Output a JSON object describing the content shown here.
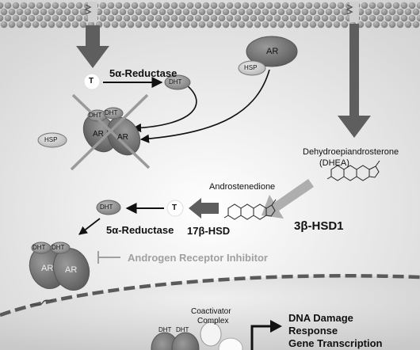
{
  "labels": {
    "enzyme_top": "5α-Reductase",
    "enzyme_mid": "5α-Reductase",
    "t_top": "T",
    "t_mid": "T",
    "hsd17": "17β-HSD",
    "hsd3": "3β-HSD1",
    "dhea": "Dehydroepiandrosterone",
    "dhea_abbr": "(DHEA)",
    "androstenedione": "Androstenedione",
    "inhibitor": "Androgen Receptor Inhibitor",
    "coactivator_1": "Coactivator",
    "coactivator_2": "Complex",
    "response_1": "DNA Damage",
    "response_2": "Response",
    "response_3": "Gene Transcription"
  },
  "molecules": {
    "dht": "DHT",
    "ar": "AR",
    "hsp": "HSP",
    "dht_blurred": "DHT"
  },
  "colors": {
    "membrane": "#8a8a8a",
    "arrow_dark": "#5e5e5e",
    "arrow_light": "#aeaeae",
    "ar_fill": "#7a7a7a",
    "dht_fill": "#9a9a9a",
    "hsp_fill": "#d4d4d4",
    "inhibitor": "#a0a0a0"
  }
}
